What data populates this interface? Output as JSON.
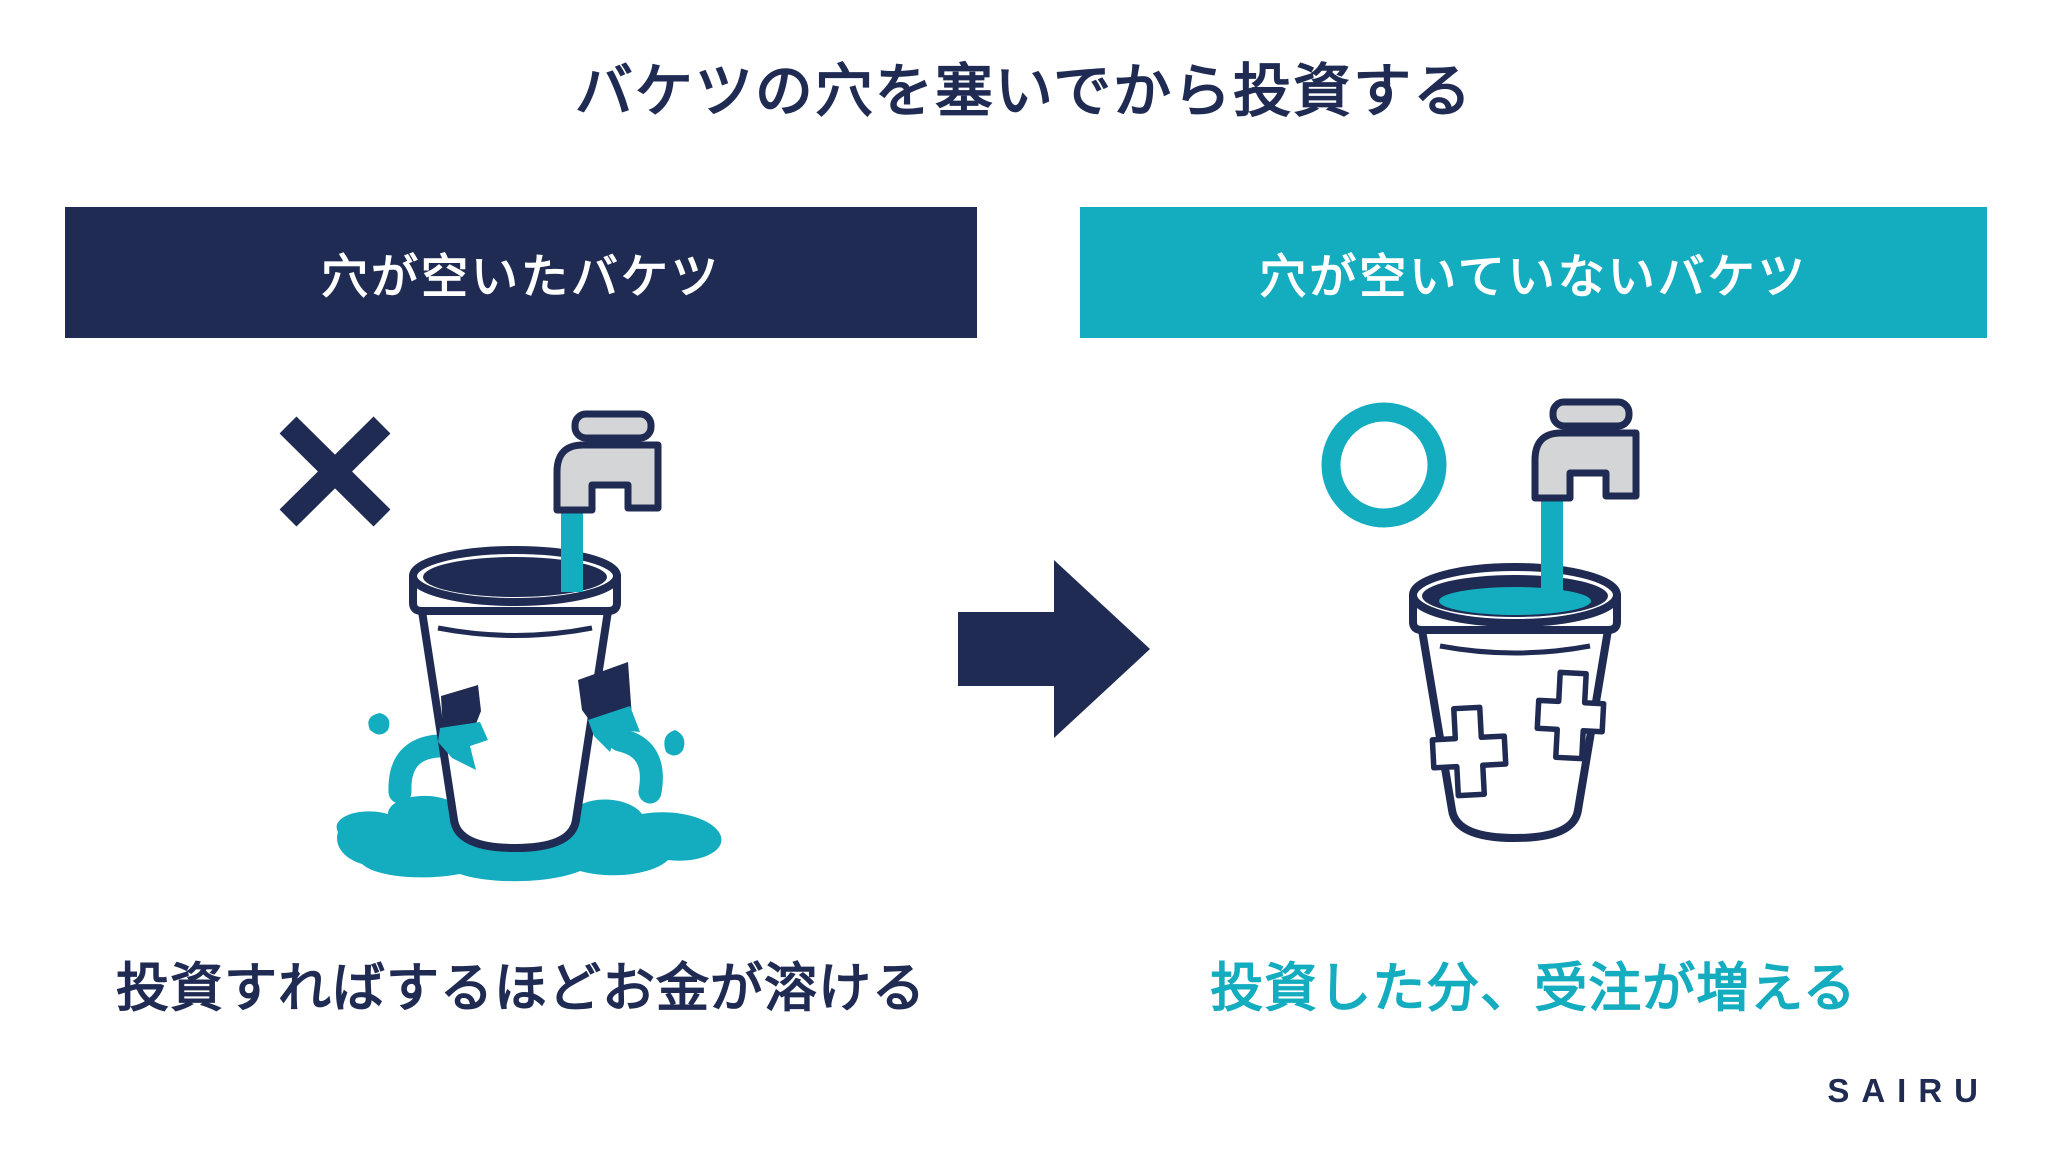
{
  "title": "バケツの穴を塞いでから投資する",
  "panels": {
    "left": {
      "header": "穴が空いたバケツ",
      "caption": "投資すればするほどお金が溶ける",
      "mark": "x-mark"
    },
    "right": {
      "header": "穴が空いていないバケツ",
      "caption": "投資した分、受注が増える",
      "mark": "o-mark"
    }
  },
  "footer": {
    "logo": "SAIRU"
  },
  "colors": {
    "navy": "#1F2B53",
    "teal": "#14ACBF",
    "faucet_gray": "#D4D5D7",
    "background": "#FFFFFF"
  }
}
